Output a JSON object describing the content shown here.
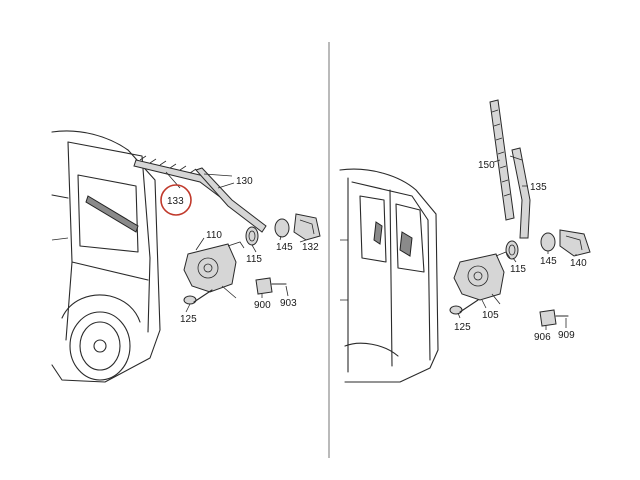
{
  "callouts": {
    "left": {
      "l130": "130",
      "l133": "133",
      "l110": "110",
      "l145": "145",
      "l132": "132",
      "l115": "115",
      "l125": "125",
      "l900": "900",
      "l903": "903"
    },
    "right": {
      "l150": "150",
      "l135": "135",
      "l115": "115",
      "l145": "145",
      "l140": "140",
      "l125": "125",
      "l105": "105",
      "l906": "906",
      "l909": "909"
    }
  },
  "highlight": {
    "part": "133",
    "color": "#c0392b"
  },
  "colors": {
    "line": "#2a2a2a",
    "divider": "#8c8c8c",
    "background": "#ffffff"
  }
}
